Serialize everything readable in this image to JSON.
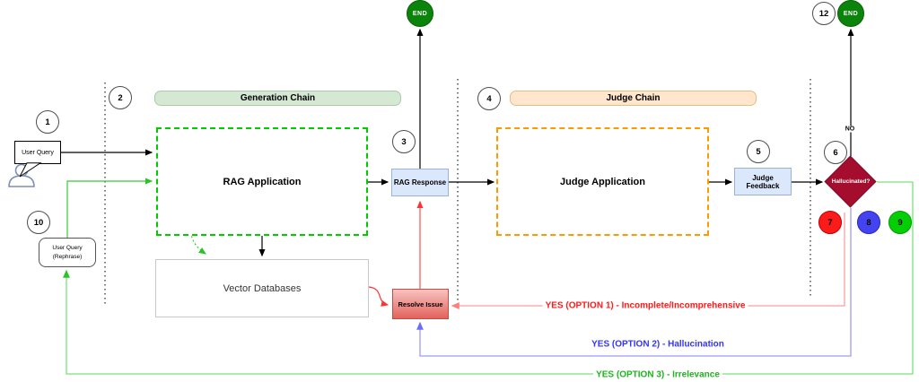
{
  "lanes": {
    "generation_chain": "Generation Chain",
    "judge_chain": "Judge Chain"
  },
  "nodes": {
    "user_query": "User Query",
    "rag_application": "RAG Application",
    "vector_databases": "Vector Databases",
    "rag_response": "RAG Response",
    "judge_application": "Judge Application",
    "judge_feedback": "Judge Feedback",
    "hallucinated": "Hallucinated?",
    "resolve_issue": "Resolve Issue",
    "user_query_rephrase_line1": "User Query",
    "user_query_rephrase_line2": "(Rephrase)",
    "end_generation": "END",
    "end_judge": "END"
  },
  "steps": {
    "s1": "1",
    "s2": "2",
    "s3": "3",
    "s4": "4",
    "s5": "5",
    "s6": "6",
    "s7": "7",
    "s8": "8",
    "s9": "9",
    "s10": "10",
    "s12": "12"
  },
  "edge_labels": {
    "no": "NO",
    "option1": "YES (OPTION 1) - Incomplete/Incomprehensive",
    "option2": "YES (OPTION 2) - Hallucination",
    "option3": "YES (OPTION 3) - Irrelevance"
  },
  "colors": {
    "generation_accent": "#00cc00",
    "judge_accent": "#ff9900",
    "end_green": "#0b840b",
    "decision_red": "#a50d2e",
    "option1_red": "#ff1a1a",
    "option2_blue": "#3333ff",
    "option3_green": "#1db51d",
    "node_blue_fill": "#dbe8fb",
    "lane_green_fill": "#d5e8d4",
    "lane_orange_fill": "#ffe6cc"
  }
}
